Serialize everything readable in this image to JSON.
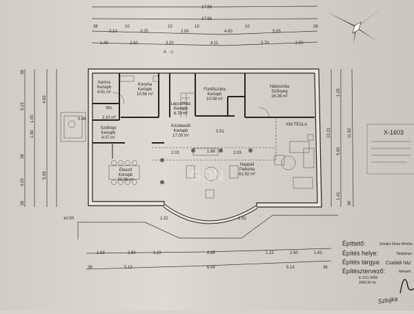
{
  "dimensions": {
    "top_overall_1": "17.56",
    "top_overall_2": "17.56",
    "top_row3": [
      "38",
      "2.10",
      "10",
      "3.25",
      "10",
      "2.00",
      "10",
      "4.00",
      "10",
      "5.03",
      "38"
    ],
    "top_row4": [
      "1.45",
      "2.60",
      "3.20",
      "4.11",
      "3.70",
      "2.50"
    ],
    "bottom_row1": [
      "1.63",
      "2.50",
      "1.22",
      "6.86",
      "1.22",
      "2.50",
      "1.63"
    ],
    "bottom_row2": [
      "38",
      "5.13",
      "6.54",
      "5.13",
      "38"
    ],
    "left": [
      "38",
      "5.15",
      "4.63",
      "1.00",
      "1.80",
      "38",
      "4.00",
      "5.58",
      "38"
    ],
    "right": [
      "1.25",
      "5.90",
      "10.21",
      "11.62",
      "1.41",
      "38"
    ],
    "level": "±0.00",
    "misc": [
      "0.48",
      "2.03",
      "1.88",
      "2.03",
      "0.51",
      "1.32",
      "1.32"
    ]
  },
  "section_marker": "A",
  "rooms": [
    {
      "name": "Kamra",
      "floor": "Kerlapb",
      "area": "4.51 m²"
    },
    {
      "name": "Konyha",
      "floor": "Kerlapb",
      "area": "10.56 m²"
    },
    {
      "name": "Lépcsőház",
      "floor": "Kerlapb",
      "area": "6.70 m²"
    },
    {
      "name": "Fürdőszoba",
      "floor": "Kerlapb",
      "area": "10.08 m²"
    },
    {
      "name": "Hálószoba",
      "floor": "Szőnyeg",
      "area": "16.26 m²"
    },
    {
      "name": "Wc",
      "floor": "",
      "area": "2.10 m²"
    },
    {
      "name": "Szélfogó",
      "floor": "Kerlapb",
      "area": "4.07 m²"
    },
    {
      "name": "Közlekedő",
      "floor": "Kerlapb",
      "area": "17.05 m²"
    },
    {
      "name": "Étkező",
      "floor": "Kerlapb",
      "area": "20.38 m²"
    },
    {
      "name": "Nappali",
      "floor": "Parketta",
      "area": "61.92 m²"
    }
  ],
  "annotations": {
    "fireplace": "KM TÉGLA"
  },
  "stamp": {
    "code": "X-1603"
  },
  "watermark": "GDN",
  "title_block": {
    "labels": [
      "Építtető:",
      "Építés helye:",
      "Építés tárgya:",
      "Építésztervező:"
    ],
    "values": [
      "Szlojka Sihari Mónika",
      "Tatabánya",
      "Családi ház",
      "Németh"
    ],
    "license": "É-2/11-0099",
    "date": "2000.06 hó",
    "signature": "Szlojka"
  }
}
